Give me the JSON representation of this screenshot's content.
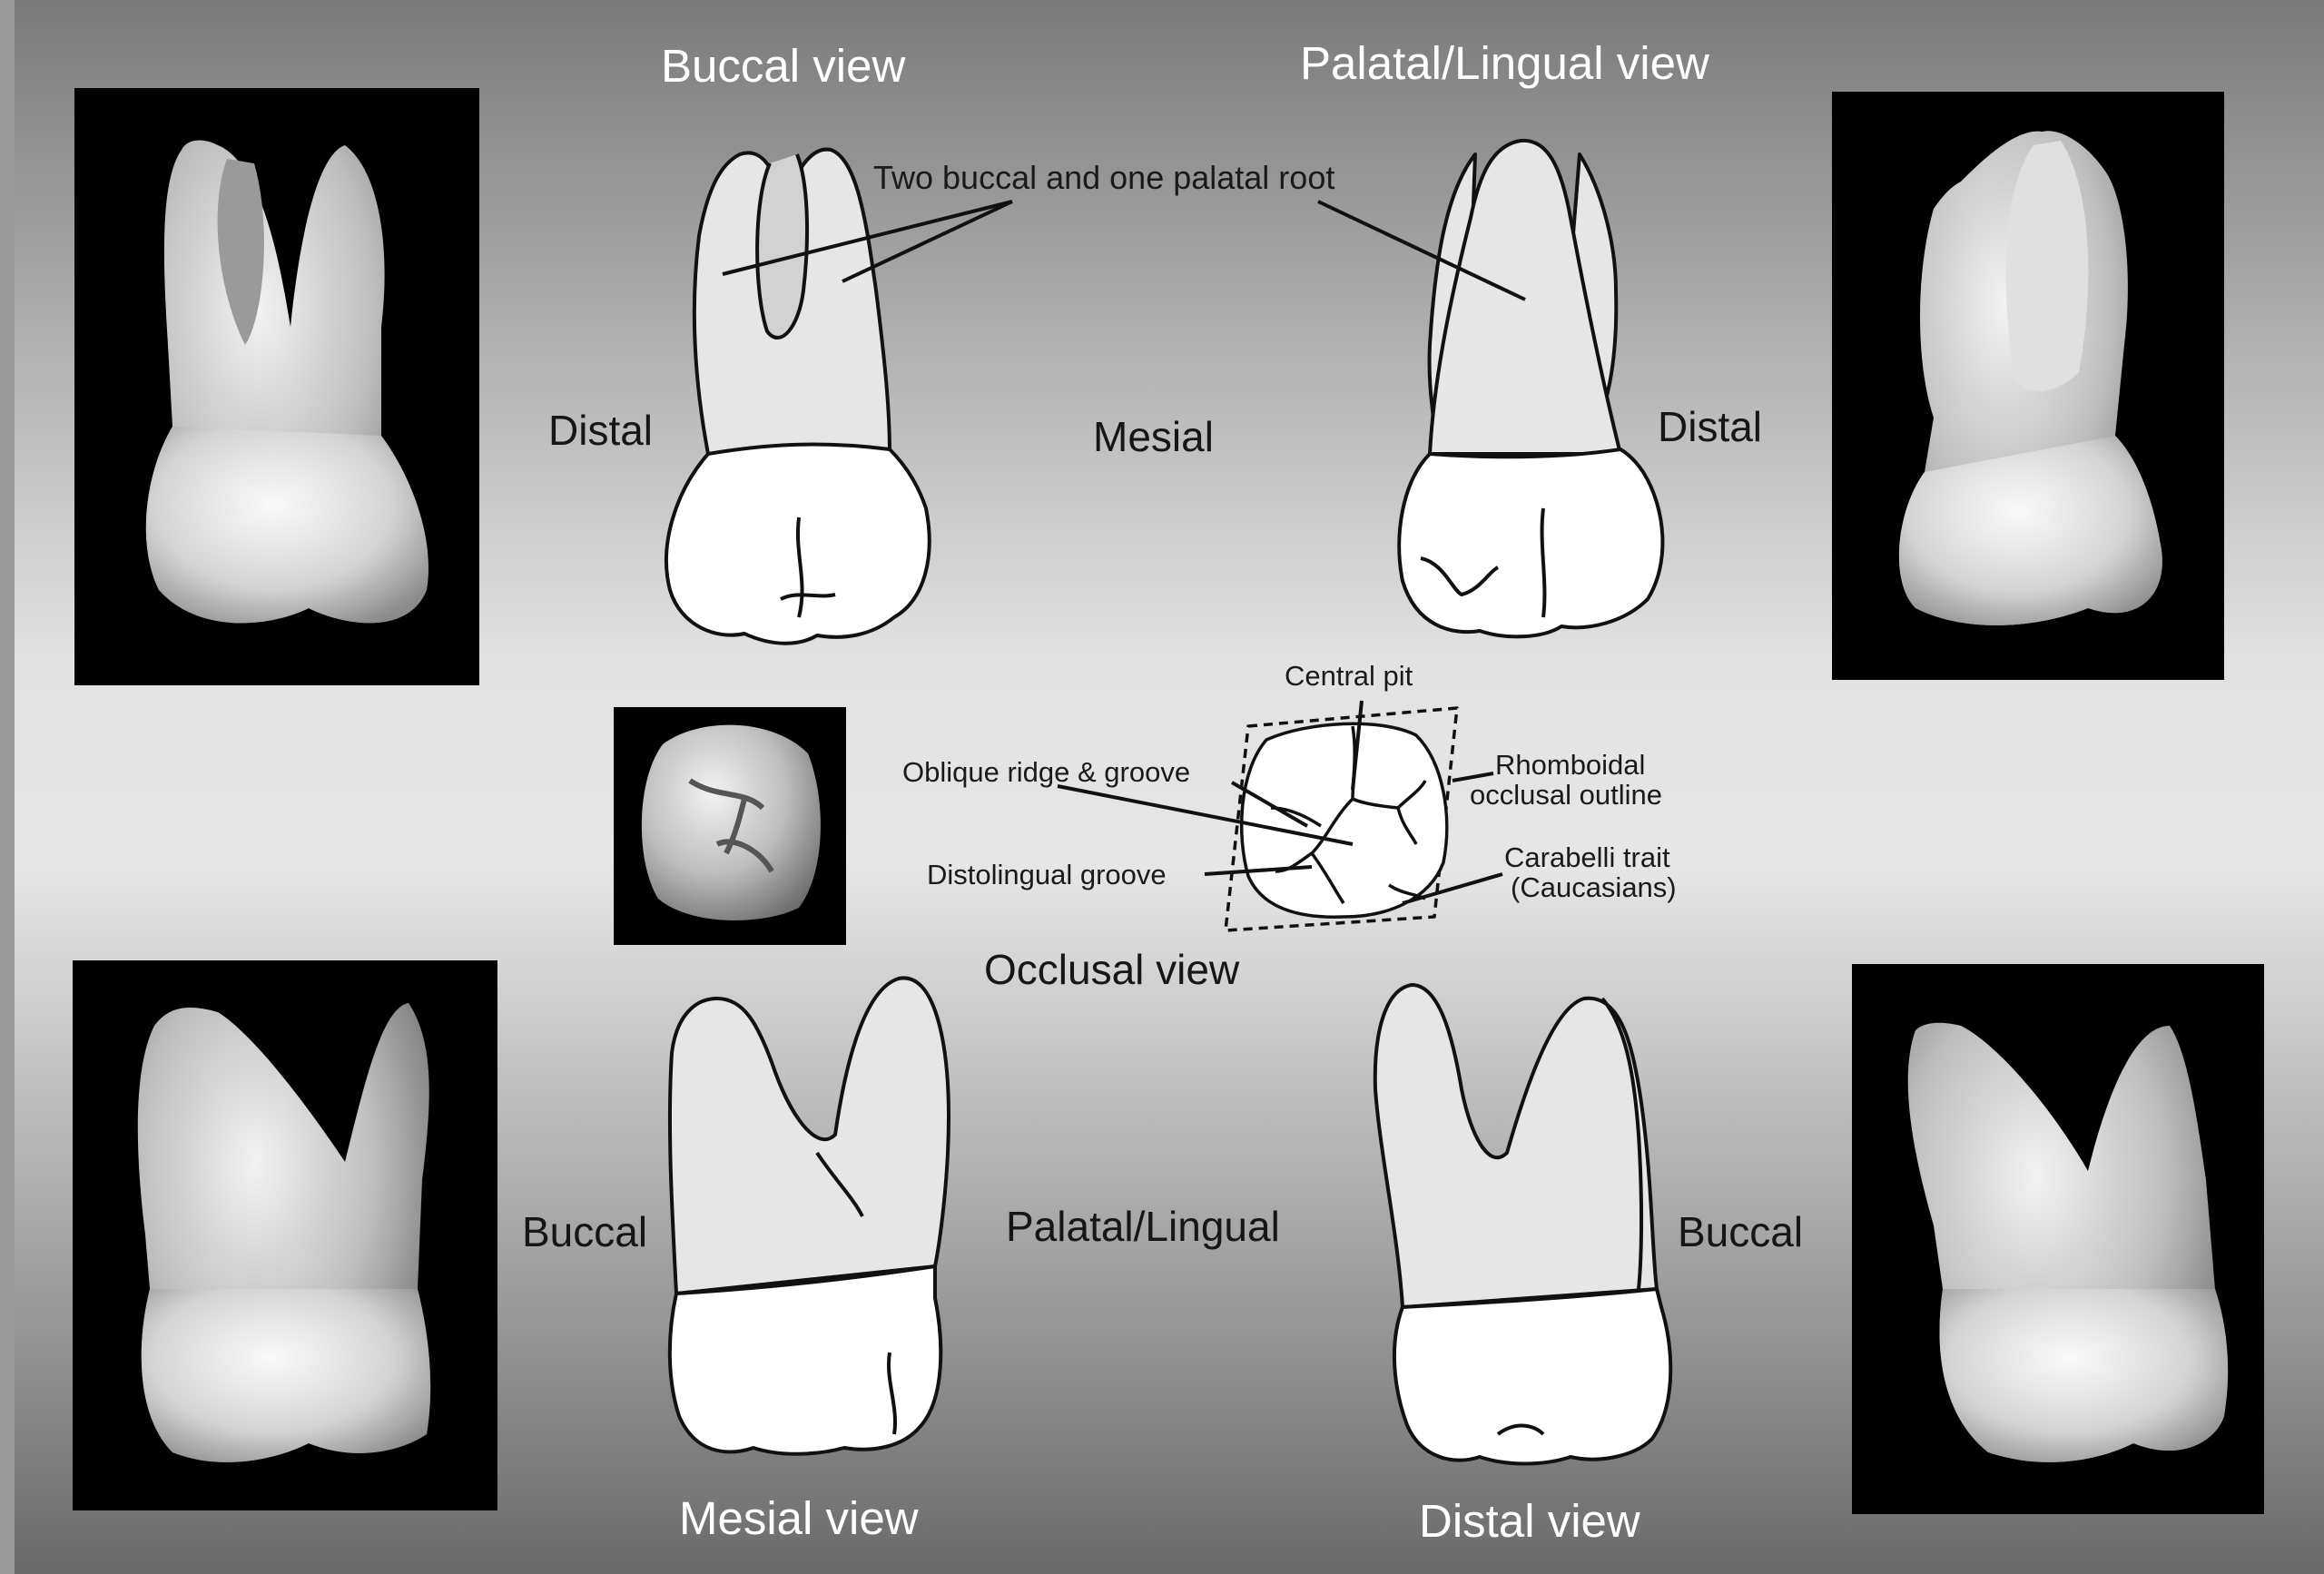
{
  "titles": {
    "buccal_view": "Buccal view",
    "palatal_view": "Palatal/Lingual view",
    "mesial_view": "Mesial view",
    "distal_view": "Distal view",
    "occlusal_view": "Occlusal view"
  },
  "orientation_labels": {
    "top_left_distal": "Distal",
    "top_middle_mesial": "Mesial",
    "top_right_distal": "Distal",
    "bottom_left_buccal": "Buccal",
    "bottom_middle_palatal": "Palatal/Lingual",
    "bottom_right_buccal": "Buccal"
  },
  "annotations": {
    "roots": "Two buccal and one palatal root",
    "central_pit": "Central pit",
    "oblique_ridge": "Oblique ridge & groove",
    "rhomboidal_line1": "Rhomboidal",
    "rhomboidal_line2": "occlusal outline",
    "distolingual_groove": "Distolingual groove",
    "carabelli_line1": "Carabelli trait",
    "carabelli_line2": "(Caucasians)"
  },
  "colors": {
    "background_light": "#dcdcdc",
    "background_dark": "#6f6f6f",
    "root_fill": "#e6e6e6",
    "crown_fill": "#ffffff",
    "photo_bg": "#000000",
    "line": "#111111"
  }
}
